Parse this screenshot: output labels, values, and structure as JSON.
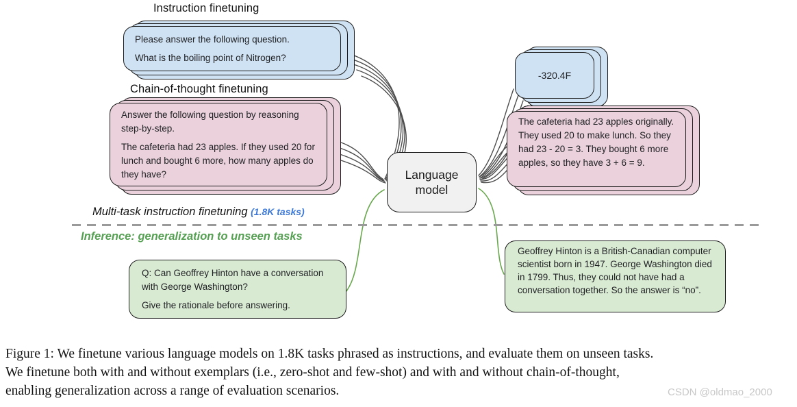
{
  "diagram": {
    "instruction_section": {
      "title": "Instruction finetuning",
      "prompt": {
        "line1": "Please answer the following question.",
        "line2": "What is the boiling point of Nitrogen?"
      },
      "answer": "-320.4F"
    },
    "cot_section": {
      "title": "Chain-of-thought finetuning",
      "prompt": {
        "line1": "Answer the following question by reasoning step-by-step.",
        "line2": "The cafeteria had 23 apples. If they used 20 for lunch and bought 6 more, how many apples do they have?"
      },
      "answer": "The cafeteria had 23 apples originally. They used 20 to make lunch. So they had 23 - 20 = 3. They bought 6 more apples, so they have 3 + 6 = 9."
    },
    "model": {
      "label": "Language model"
    },
    "finetuning_label": {
      "text": "Multi-task instruction finetuning",
      "badge": "(1.8K tasks)"
    },
    "inference_label": "Inference: generalization to unseen tasks",
    "inference_section": {
      "prompt": {
        "line1": "Q: Can Geoffrey Hinton have a conversation with George Washington?",
        "line2": "Give the rationale before answering."
      },
      "answer": "Geoffrey Hinton is a British-Canadian computer scientist born in 1947. George Washington died in 1799. Thus, they could not have had a conversation together. So the answer is “no”."
    }
  },
  "caption": {
    "prefix": "Figure 1:",
    "lines": [
      "We finetune various language models on 1.8K tasks phrased as instructions, and evaluate them on unseen tasks.",
      "We finetune both with and without exemplars (i.e., zero-shot and few-shot) and with and without chain-of-thought,",
      "enabling generalization across a range of evaluation scenarios."
    ]
  },
  "watermark": "CSDN @oldmao_2000",
  "colors": {
    "card_blue": "#cfe2f3",
    "card_pink": "#ead1dc",
    "card_green": "#d9ead3",
    "model_gray": "#f1f1f1",
    "tasks_blue": "#3c78d8",
    "inference_green": "#55a052",
    "connector_gray": "#4d4d4d",
    "connector_green": "#6aa84f"
  }
}
